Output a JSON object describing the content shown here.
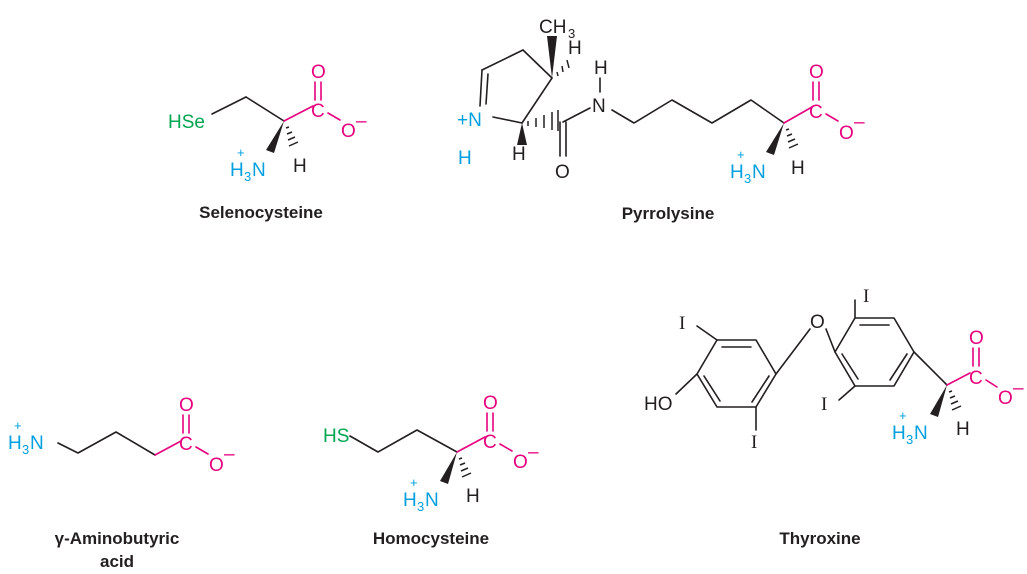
{
  "molecules": {
    "selenocysteine": {
      "name": "Selenocysteine",
      "labels": {
        "hse": "HSe",
        "o_top": "O",
        "c": "C",
        "o_minus": "O",
        "minus": "–",
        "plus": "+",
        "h3n_h": "H",
        "h3n_3": "3",
        "h3n_n": "N",
        "h": "H"
      }
    },
    "pyrrolysine": {
      "name": "Pyrrolysine",
      "labels": {
        "ch3_c": "CH",
        "ch3_3": "3",
        "h_top": "H",
        "plus_n": "+N",
        "h_n": "H",
        "h_alpha": "H",
        "o_amide": "O",
        "nh_h": "H",
        "nh_n": "N",
        "o_top": "O",
        "c": "C",
        "o_minus": "O",
        "minus": "–",
        "plus": "+",
        "h3n_h": "H",
        "h3n_3": "3",
        "h3n_n": "N",
        "h": "H"
      }
    },
    "gaba": {
      "name_line1": "γ-Aminobutyric",
      "name_line2": "acid",
      "labels": {
        "plus": "+",
        "h3n_h": "H",
        "h3n_3": "3",
        "h3n_n": "N",
        "o_top": "O",
        "c": "C",
        "o_minus": "O",
        "minus": "–"
      }
    },
    "homocysteine": {
      "name": "Homocysteine",
      "labels": {
        "hs": "HS",
        "o_top": "O",
        "c": "C",
        "o_minus": "O",
        "minus": "–",
        "plus": "+",
        "h3n_h": "H",
        "h3n_3": "3",
        "h3n_n": "N",
        "h": "H"
      }
    },
    "thyroxine": {
      "name": "Thyroxine",
      "labels": {
        "i_tl": "I",
        "i_tr": "I",
        "i_bl": "I",
        "i_br": "I",
        "o_bridge": "O",
        "ho": "HO",
        "o_top": "O",
        "c": "C",
        "o_minus": "O",
        "minus": "–",
        "plus": "+",
        "h3n_h": "H",
        "h3n_3": "3",
        "h3n_n": "N",
        "h": "H"
      }
    }
  },
  "colors": {
    "carboxylate": "#e6007e",
    "ammonium": "#00a0e0",
    "side_chain_heteroatom": "#00a651",
    "bond": "#231f20"
  }
}
